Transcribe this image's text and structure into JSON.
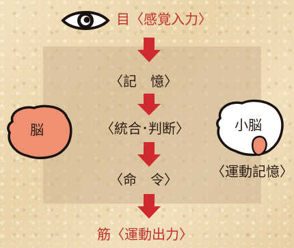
{
  "diagram": {
    "top_label": "目〈感覚入力〉",
    "memory": "〈記　憶〉",
    "integration": "〈統合･判断〉",
    "command": "〈命　令〉",
    "bottom_label": "筋〈運動出力〉",
    "brain_label": "脳",
    "cerebellum_label": "小脳",
    "motor_memory": "〈運動記憶〉"
  },
  "colors": {
    "arrow": "#cf2a2f",
    "accent_text": "#c0302a",
    "brain_fill": "#f09072",
    "cerebellum_fill": "#ffffff",
    "cerebellum_inner": "#f09072",
    "panel": "#d7bb8f"
  },
  "icons": [
    "eye-icon",
    "brain-icon",
    "cerebellum-icon",
    "down-arrow-icon"
  ]
}
